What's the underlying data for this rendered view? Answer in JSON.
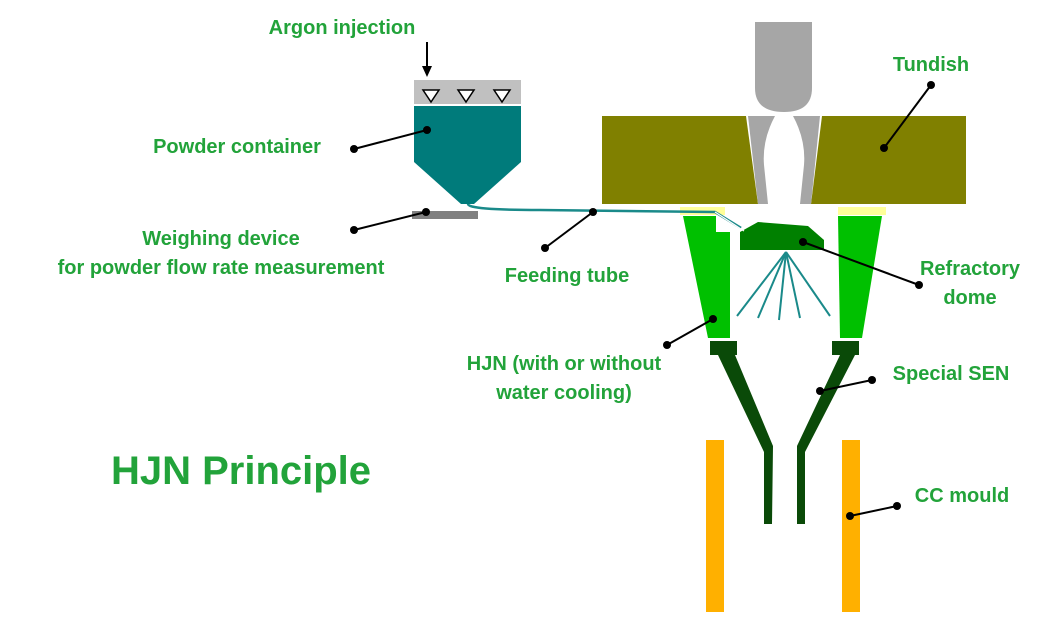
{
  "title": "HJN Principle",
  "labels": {
    "argon_injection": "Argon injection",
    "powder_container": "Powder container",
    "weighing_line1": "Weighing device",
    "weighing_line2": "for powder flow rate measurement",
    "feeding_tube": "Feeding tube",
    "tundish": "Tundish",
    "refractory_line1": "Refractory",
    "refractory_line2": "dome",
    "hjn_line1": "HJN (with or without",
    "hjn_line2": "water cooling)",
    "special_sen": "Special SEN",
    "cc_mould": "CC mould"
  },
  "colors": {
    "label_green": "#22a33a",
    "tundish_olive": "#808000",
    "container_teal": "#007b7b",
    "hjn_green": "#00c000",
    "dome_green": "#008000",
    "sen_dark_green": "#0a4a08",
    "mould_orange": "#ffb000",
    "stopper_gray": "#a6a6a6",
    "tube_teal": "#1a8a8a",
    "seal_yellow": "#ffff99"
  }
}
